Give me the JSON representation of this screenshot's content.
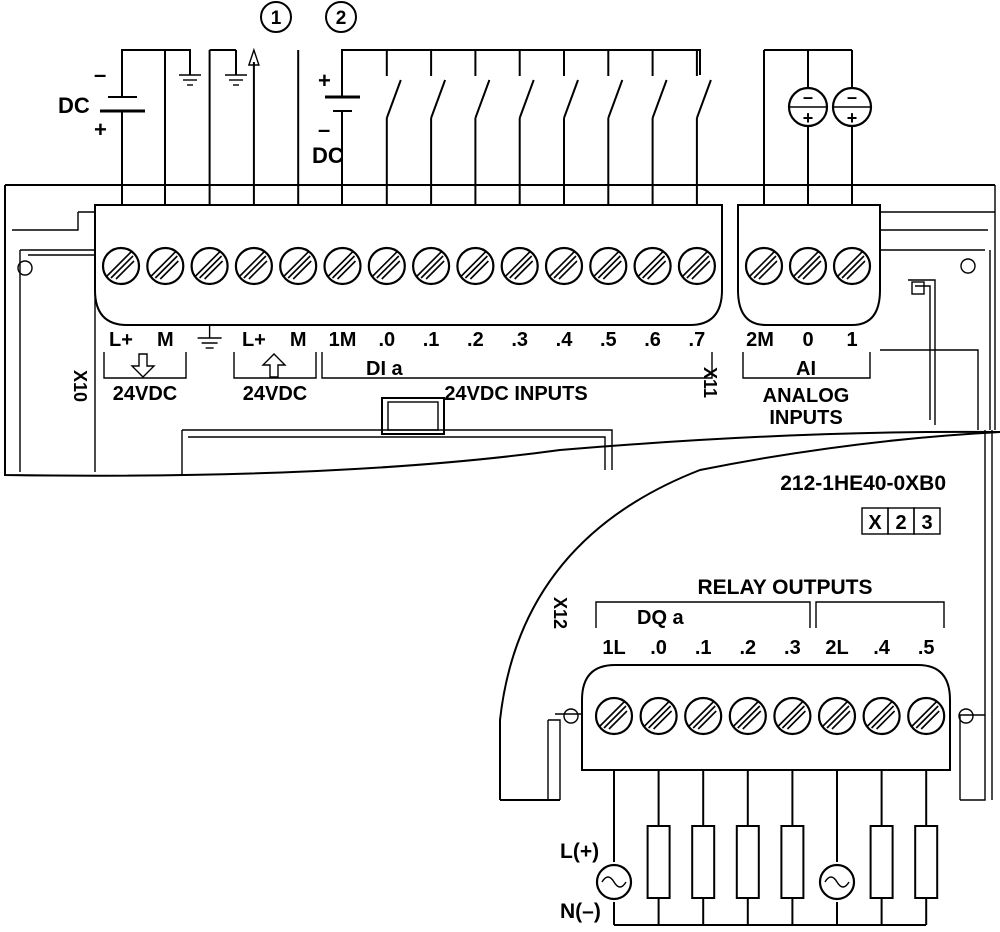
{
  "callouts": [
    "1",
    "2"
  ],
  "sources": {
    "dc_left": {
      "label": "DC",
      "minus": "–",
      "plus": "+"
    },
    "dc_right": {
      "label": "DC",
      "minus": "–",
      "plus": "+"
    },
    "analog_sensor_signs": {
      "minus": "–",
      "plus": "+"
    }
  },
  "connector_x10": {
    "id": "X10",
    "terminals": [
      "L+",
      "M",
      "",
      "L+",
      "M"
    ],
    "groups": [
      "24VDC",
      "24VDC"
    ]
  },
  "connector_inputs": {
    "terminals": [
      "1M",
      ".0",
      ".1",
      ".2",
      ".3",
      ".4",
      ".5",
      ".6",
      ".7"
    ],
    "group_label": "DI a",
    "section_label": "24VDC INPUTS"
  },
  "connector_x11": {
    "id": "X11",
    "terminals": [
      "2M",
      "0",
      "1"
    ],
    "group_label": "AI",
    "section_label_line1": "ANALOG",
    "section_label_line2": "INPUTS"
  },
  "model": {
    "part_number": "212-1HE40-0XB0",
    "version_boxes": [
      "X",
      "2",
      "3"
    ]
  },
  "connector_x12": {
    "id": "X12",
    "section_label": "RELAY OUTPUTS",
    "group_label": "DQ a",
    "terminals": [
      "1L",
      ".0",
      ".1",
      ".2",
      ".3",
      "2L",
      ".4",
      ".5"
    ]
  },
  "power_labels": {
    "line": "L(+)",
    "neutral": "N(–)"
  }
}
